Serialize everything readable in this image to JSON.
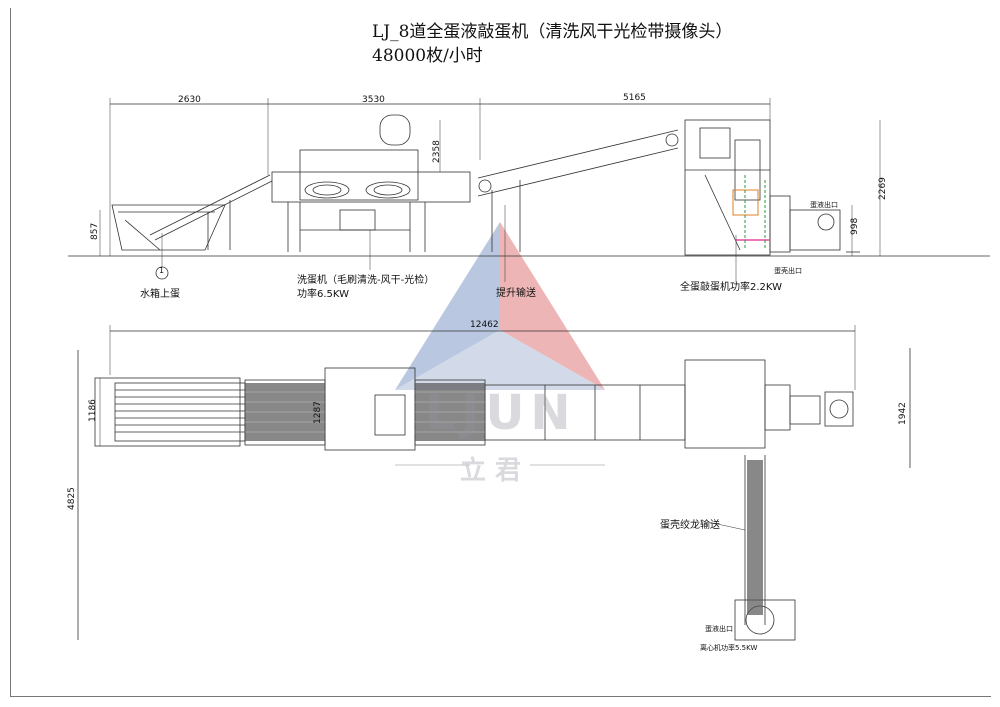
{
  "title": {
    "line1": "LJ_8道全蛋液敲蛋机（清洗风干光检带摄像头）",
    "line2": "48000枚/小时"
  },
  "side_view": {
    "dims": {
      "d2630": "2630",
      "d3530": "3530",
      "d5165": "5165",
      "d2358": "2358",
      "d2269": "2269",
      "d857": "857",
      "d998": "998"
    },
    "callout_number": "1",
    "labels": {
      "water_tank": "水箱上蛋",
      "washer": "洗蛋机（毛刷清洗-风干-光检）",
      "washer_power": "功率6.5KW",
      "elevator": "提升输送",
      "breaker": "全蛋敲蛋机功率2.2KW",
      "liquid_outlet": "蛋液出口",
      "shell_outlet": "蛋壳出口"
    }
  },
  "top_view": {
    "dims": {
      "d12462": "12462",
      "d1186": "1186",
      "d1287": "1287",
      "d1942": "1942",
      "d4825": "4825"
    },
    "labels": {
      "auger": "蛋壳绞龙输送",
      "liquid_outlet": "蛋液出口",
      "centrifuge": "离心机功率5.5KW"
    }
  },
  "watermark": {
    "letters": "LJUN",
    "cn": "立 君"
  },
  "colors": {
    "line": "#333333",
    "accent_pink": "#e64aa0",
    "accent_green": "#2a9a3a",
    "accent_orange": "#e08020",
    "watermark_blue": "#4a6fb0",
    "watermark_red": "#d04040"
  }
}
